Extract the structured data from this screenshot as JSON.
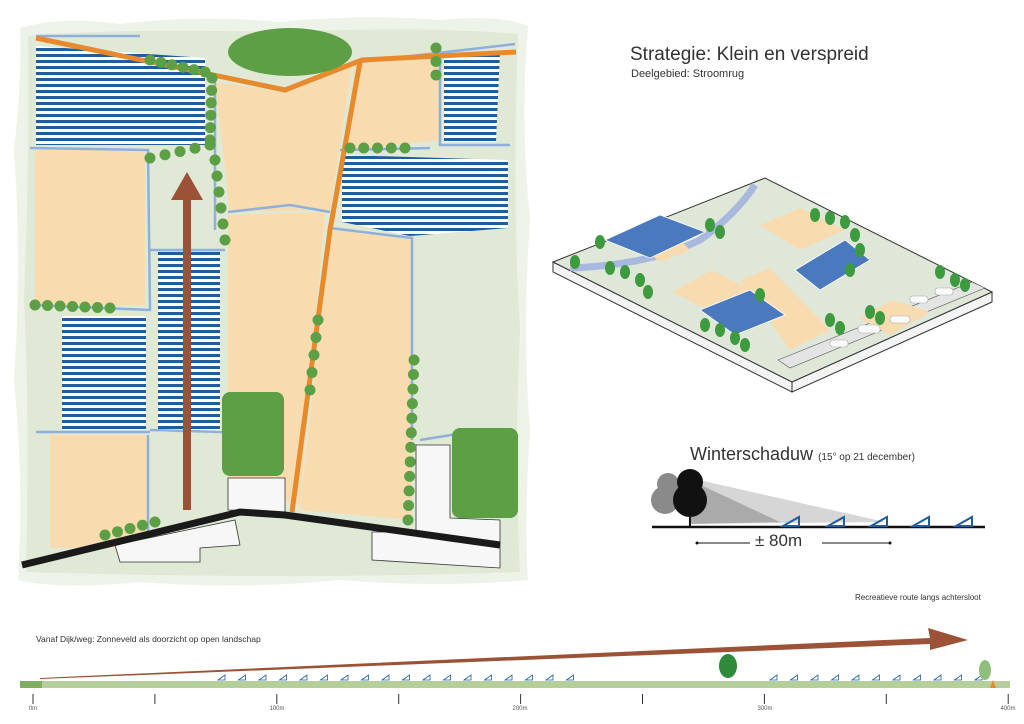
{
  "header": {
    "title": "Strategie: Klein en verspreid",
    "subtitle": "Deelgebied: Stroomrug"
  },
  "winter_shadow": {
    "title": "Winterschaduw",
    "subtitle": "(15° op 21 december)",
    "distance_label": "± 80m"
  },
  "section": {
    "route_label": "Recreatieve route langs achtersloot",
    "view_label": "Vanaf Dijk/weg: Zonneveld als doorzicht op open landschap",
    "scale_labels": [
      "0m",
      "100m",
      "200m",
      "300m",
      "400m"
    ]
  },
  "colors": {
    "field": "#f8dcb0",
    "solar": "#1f5d9c",
    "road_orange": "#e8892c",
    "ditch": "#8fb0dc",
    "tree": "#5d9f44",
    "background": "#dfe9d6",
    "arrow": "#9c5236"
  }
}
